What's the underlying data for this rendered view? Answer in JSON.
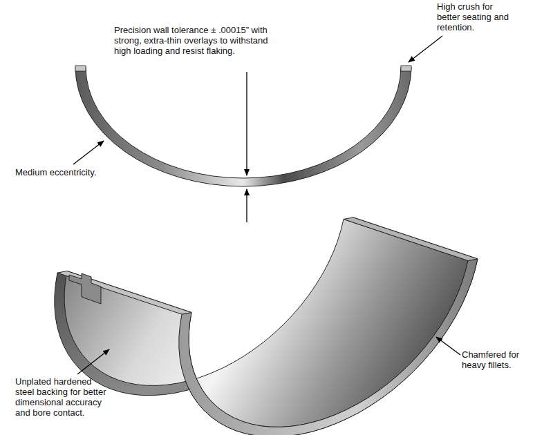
{
  "diagram": {
    "labels": [
      "Precision wall tolerance ± .00015” with strong, extra-thin overlays to withstand high loading and resist flaking.",
      "High crush for better seating and retention.",
      "Medium eccentricity.",
      "Chamfered for heavy fillets.",
      "Unplated hardened steel backing for better dimensional accuracy and bore contact."
    ]
  }
}
